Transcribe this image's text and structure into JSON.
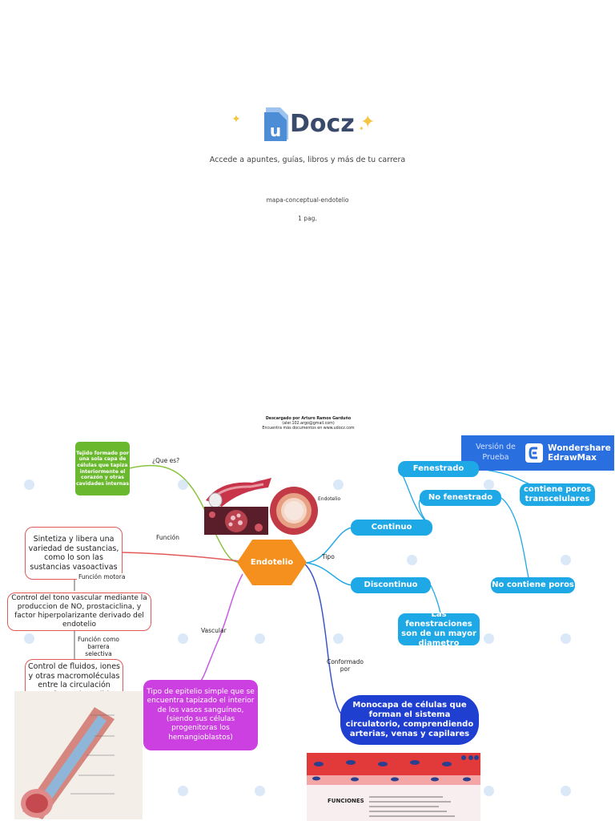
{
  "header": {
    "logo_text": "Docz",
    "logo_letter": "u",
    "tagline": "Accede a apuntes, guías, libros y más de tu carrera",
    "document_name": "mapa-conceptual-endotelio",
    "pages": "1 pag."
  },
  "download_credits": {
    "line1": "Descargado por Arturo Ramos Garduño",
    "line2": "(aler.102.argo@gmail.com)",
    "line3": "Encuentra más documentos en www.udocz.com"
  },
  "edraw": {
    "trial_line1": "Versión de",
    "trial_line2": "Prueba",
    "brand_line1": "Wondershare",
    "brand_line2": "EdrawMax"
  },
  "mindmap": {
    "center": "Endotelio",
    "green_box": "Tejido formado por una sola capa de células que tapiza interiormente el corazón y otras cavidades internas",
    "label_que_es": "¿Que es?",
    "label_funcion": "Función",
    "label_tipo": "Tipo",
    "label_vascular": "Vascular",
    "label_conformado": "Conformado por",
    "label_endotelio_img": "Endotelio",
    "label_funcion_motora": "Función motora",
    "label_funcion_barrera": "Función como barrera selectiva",
    "func_box1": "Sintetiza y libera una variedad de sustancias, como lo son las sustancias vasoactivas",
    "func_box2": "Control del tono vascular mediante la produccion de NO, prostaciclina, y factor hiperpolarizante derivado del endotelio",
    "func_box3": "Control de fluidos, iones y otras macromoléculas entre la circulación sanguínea y los tejidos adyacentes",
    "tipo_continuo": "Continuo",
    "tipo_discontinuo": "Discontinuo",
    "fenestrado": "Fenestrado",
    "no_fenestrado": "No fenestrado",
    "contiene_poros": "contiene poros transcelulares",
    "no_contiene_poros": "No contiene poros",
    "fenestraciones": "Las fenestraciones son de un mayor diametro",
    "purple_box": "Tipo de epitelio simple que se encuentra tapizado el interior de los vasos sanguíneo, (siendo sus células progenitoras los hemangioblastos)",
    "blue_box": "Monocapa de células que forman el sistema circulatorio, comprendiendo arterias, venas y capilares",
    "funciones_title": "FUNCIONES"
  },
  "colors": {
    "accent_blue": "#1fa8e6",
    "hex_orange": "#f5901e",
    "green": "#6ab82e",
    "purple": "#cc3fe0",
    "dark_blue": "#1f3fd1",
    "red_border": "#e25a5a",
    "edraw_blue": "#2a6fe0",
    "udocz_blue": "#4c8dd6"
  }
}
